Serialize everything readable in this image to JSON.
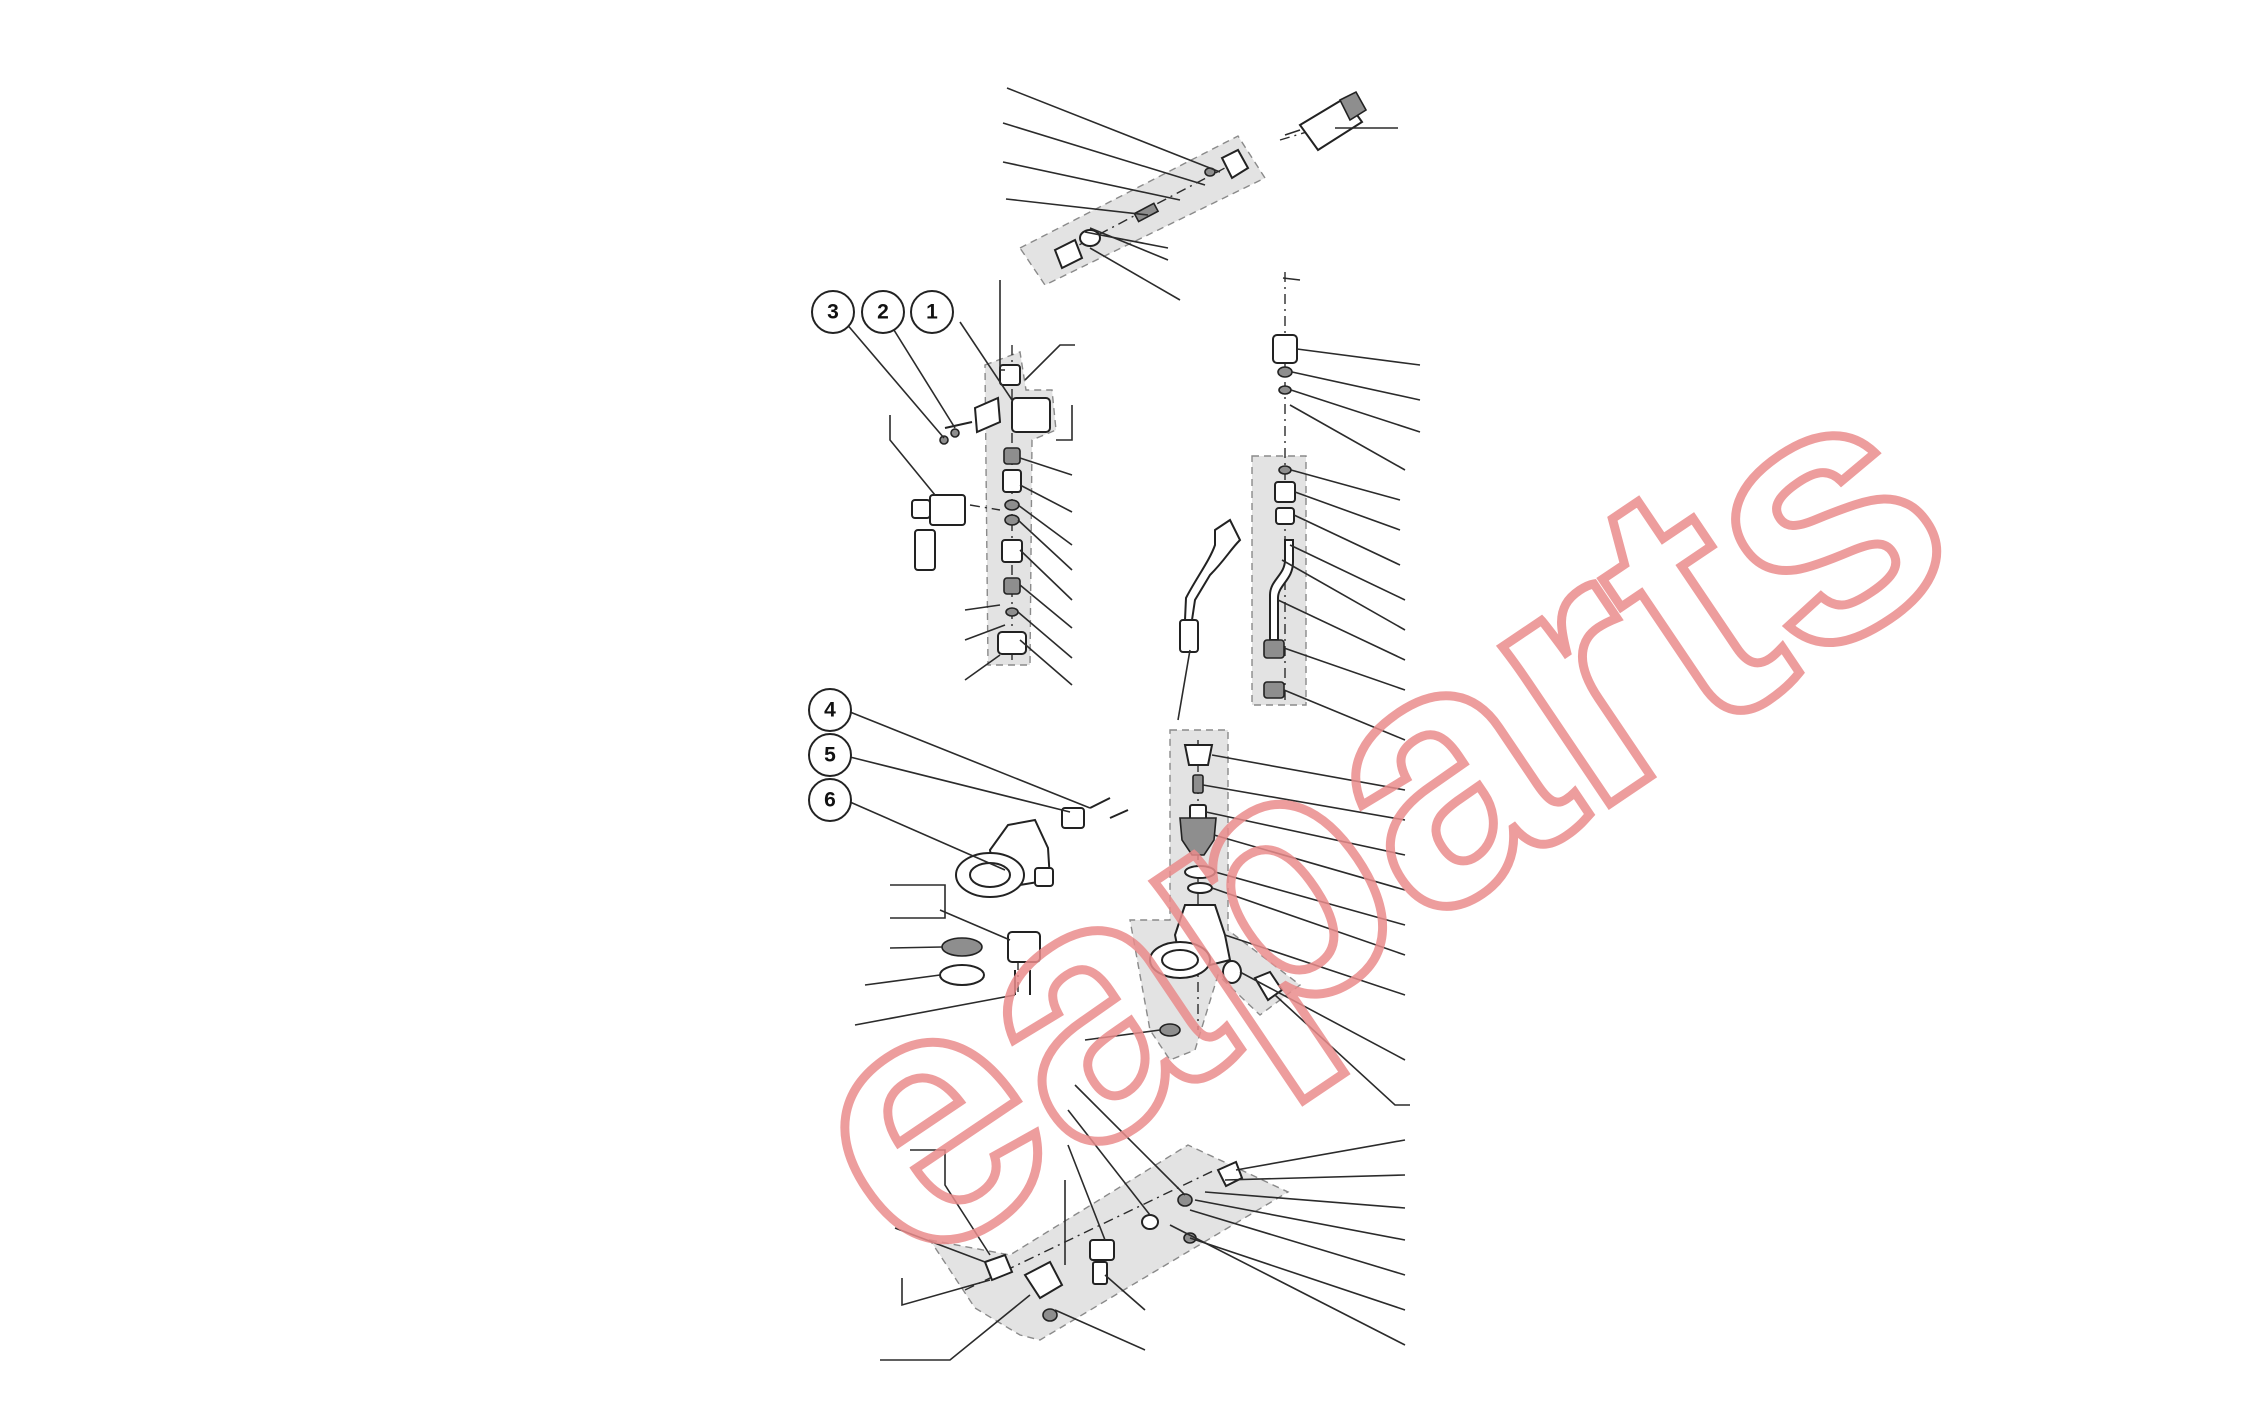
{
  "watermark": {
    "text": "eaparts",
    "color": "#ea8c8c"
  },
  "callouts": [
    {
      "id": "1",
      "label": "1"
    },
    {
      "id": "2",
      "label": "2"
    },
    {
      "id": "3",
      "label": "3"
    },
    {
      "id": "4",
      "label": "4"
    },
    {
      "id": "5",
      "label": "5"
    },
    {
      "id": "6",
      "label": "6"
    }
  ],
  "colors": {
    "line": "#2b2b2b",
    "shading": "#e3e3e3",
    "background": "#ffffff"
  }
}
